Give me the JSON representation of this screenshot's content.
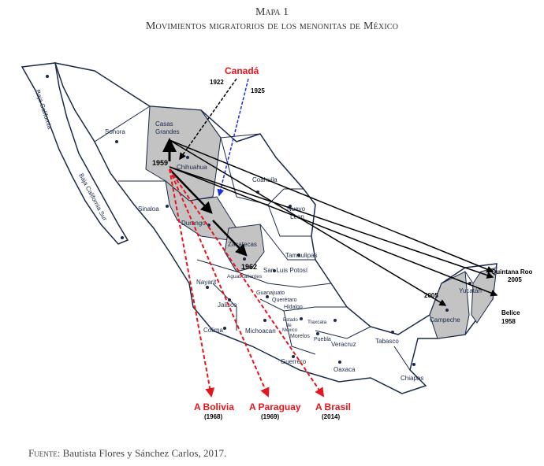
{
  "title": {
    "label": "Mapa 1",
    "subtitle": "Movimientos migratorios de los menonitas de México"
  },
  "origin": {
    "label": "Canadá",
    "years": [
      "1922",
      "1925"
    ]
  },
  "places": {
    "casas_grandes_1": "Casas",
    "casas_grandes_2": "Grandes",
    "y1959": "1959",
    "y1962": "1962",
    "quintana_roo": "Quintana Roo",
    "y2005a": "2005",
    "y2005b": "2005",
    "belice": "Belice",
    "y1958": "1958"
  },
  "states": [
    "Baja California",
    "Sonora",
    "Baja California Sur",
    "Chihuahua",
    "Sinaloa",
    "Coahuila",
    "Nuevo",
    "Leon",
    "Durango",
    "Zacatecas",
    "Tamaulipas",
    "San Luis Potosí",
    "Aguascalientes",
    "Nayarit",
    "Jalisco",
    "Colima",
    "Guanajuato",
    "Querétaro",
    "Hidalgo",
    "Michoacan",
    "Estado",
    "de",
    "México",
    "Tlaxcala",
    "Morelos",
    "Puebla",
    "Veracruz",
    "Tabasco",
    "Guerrero",
    "Oaxaca",
    "Chiapas",
    "Campeche",
    "Yucatán"
  ],
  "destinations": [
    {
      "label": "A Bolivia",
      "year": "(1968)"
    },
    {
      "label": "A Paraguay",
      "year": "(1969)"
    },
    {
      "label": "A Brasil",
      "year": "(2014)"
    }
  ],
  "source": {
    "prefix": "Fuente:",
    "text": " Bautista Flores y Sánchez Carlos, 2017."
  },
  "colors": {
    "shaded": "#c3c3c3",
    "border": "#1a2a4a",
    "red": "#e8141b",
    "blue": "#1a2ee8"
  }
}
